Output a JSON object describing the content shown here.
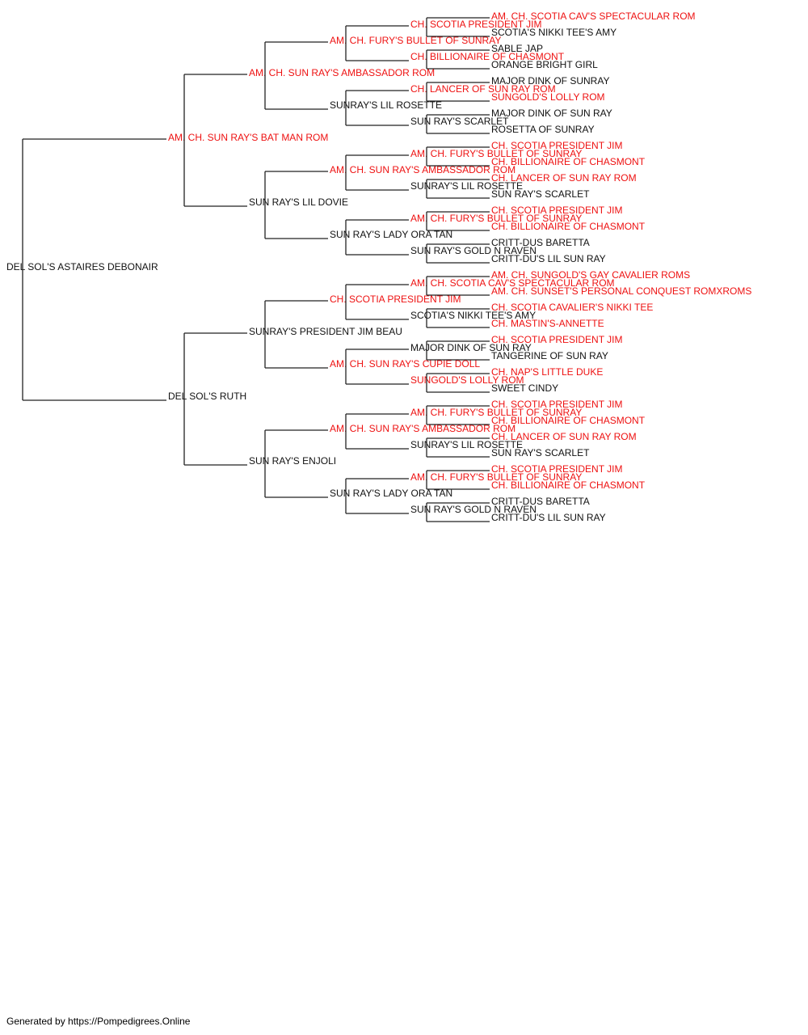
{
  "colors": {
    "champion": "#ee1111",
    "normal": "#111111",
    "line": "#222222"
  },
  "footer": "Generated by https://Pompedigrees.Online",
  "pedigree": {
    "name": "DEL SOL'S ASTAIRES DEBONAIR",
    "ch": false,
    "sire": {
      "name": "AM. CH. SUN RAY'S BAT MAN ROM",
      "ch": true,
      "sire": {
        "name": "AM. CH. SUN RAY'S AMBASSADOR ROM",
        "ch": true,
        "sire": {
          "name": "AM. CH. FURY'S BULLET OF SUNRAY",
          "ch": true,
          "sire": {
            "name": "CH. SCOTIA PRESIDENT JIM",
            "ch": true,
            "sire": {
              "name": "AM. CH. SCOTIA CAV'S SPECTACULAR ROM",
              "ch": true
            },
            "dam": {
              "name": "SCOTIA'S NIKKI TEE'S AMY",
              "ch": false
            }
          },
          "dam": {
            "name": "CH. BILLIONAIRE OF CHASMONT",
            "ch": true,
            "sire": {
              "name": "SABLE JAP",
              "ch": false
            },
            "dam": {
              "name": "ORANGE BRIGHT GIRL",
              "ch": false
            }
          }
        },
        "dam": {
          "name": "SUNRAY'S LIL ROSETTE",
          "ch": false,
          "sire": {
            "name": "CH. LANCER OF SUN RAY ROM",
            "ch": true,
            "sire": {
              "name": "MAJOR DINK OF SUNRAY",
              "ch": false
            },
            "dam": {
              "name": "SUNGOLD'S LOLLY ROM",
              "ch": true
            }
          },
          "dam": {
            "name": "SUN RAY'S SCARLET",
            "ch": false,
            "sire": {
              "name": "MAJOR DINK OF SUN RAY",
              "ch": false
            },
            "dam": {
              "name": "ROSETTA OF SUNRAY",
              "ch": false
            }
          }
        }
      },
      "dam": {
        "name": "SUN RAY'S LIL DOVIE",
        "ch": false,
        "sire": {
          "name": "AM. CH. SUN RAY'S AMBASSADOR ROM",
          "ch": true,
          "sire": {
            "name": "AM. CH. FURY'S BULLET OF SUNRAY",
            "ch": true,
            "sire": {
              "name": "CH. SCOTIA PRESIDENT JIM",
              "ch": true
            },
            "dam": {
              "name": "CH. BILLIONAIRE OF CHASMONT",
              "ch": true
            }
          },
          "dam": {
            "name": "SUNRAY'S LIL ROSETTE",
            "ch": false,
            "sire": {
              "name": "CH. LANCER OF SUN RAY ROM",
              "ch": true
            },
            "dam": {
              "name": "SUN RAY'S SCARLET",
              "ch": false
            }
          }
        },
        "dam": {
          "name": "SUN RAY'S LADY ORA TAN",
          "ch": false,
          "sire": {
            "name": "AM. CH. FURY'S BULLET OF SUNRAY",
            "ch": true,
            "sire": {
              "name": "CH. SCOTIA PRESIDENT JIM",
              "ch": true
            },
            "dam": {
              "name": "CH. BILLIONAIRE OF CHASMONT",
              "ch": true
            }
          },
          "dam": {
            "name": "SUN RAY'S GOLD N RAVEN",
            "ch": false,
            "sire": {
              "name": "CRITT-DUS BARETTA",
              "ch": false
            },
            "dam": {
              "name": "CRITT-DU'S LIL SUN RAY",
              "ch": false
            }
          }
        }
      }
    },
    "dam": {
      "name": "DEL SOL'S RUTH",
      "ch": false,
      "sire": {
        "name": "SUNRAY'S PRESIDENT JIM BEAU",
        "ch": false,
        "sire": {
          "name": "CH. SCOTIA PRESIDENT JIM",
          "ch": true,
          "sire": {
            "name": "AM. CH. SCOTIA CAV'S SPECTACULAR ROM",
            "ch": true,
            "sire": {
              "name": "AM. CH. SUNGOLD'S GAY CAVALIER ROMS",
              "ch": true
            },
            "dam": {
              "name": "AM. CH. SUNSET'S PERSONAL CONQUEST ROMXROMS",
              "ch": true
            }
          },
          "dam": {
            "name": "SCOTIA'S NIKKI TEE'S AMY",
            "ch": false,
            "sire": {
              "name": "CH. SCOTIA CAVALIER'S NIKKI TEE",
              "ch": true
            },
            "dam": {
              "name": "CH. MASTIN'S-ANNETTE",
              "ch": true
            }
          }
        },
        "dam": {
          "name": "AM. CH. SUN RAY'S CUPIE DOLL",
          "ch": true,
          "sire": {
            "name": "MAJOR DINK OF SUN RAY",
            "ch": false,
            "sire": {
              "name": "CH. SCOTIA PRESIDENT JIM",
              "ch": true
            },
            "dam": {
              "name": "TANGERINE OF SUN RAY",
              "ch": false
            }
          },
          "dam": {
            "name": "SUNGOLD'S LOLLY ROM",
            "ch": true,
            "sire": {
              "name": "CH. NAP'S LITTLE DUKE",
              "ch": true
            },
            "dam": {
              "name": "SWEET CINDY",
              "ch": false
            }
          }
        }
      },
      "dam": {
        "name": "SUN RAY'S ENJOLI",
        "ch": false,
        "sire": {
          "name": "AM. CH. SUN RAY'S AMBASSADOR ROM",
          "ch": true,
          "sire": {
            "name": "AM. CH. FURY'S BULLET OF SUNRAY",
            "ch": true,
            "sire": {
              "name": "CH. SCOTIA PRESIDENT JIM",
              "ch": true
            },
            "dam": {
              "name": "CH. BILLIONAIRE OF CHASMONT",
              "ch": true
            }
          },
          "dam": {
            "name": "SUNRAY'S LIL ROSETTE",
            "ch": false,
            "sire": {
              "name": "CH. LANCER OF SUN RAY ROM",
              "ch": true
            },
            "dam": {
              "name": "SUN RAY'S SCARLET",
              "ch": false
            }
          }
        },
        "dam": {
          "name": "SUN RAY'S LADY ORA TAN",
          "ch": false,
          "sire": {
            "name": "AM. CH. FURY'S BULLET OF SUNRAY",
            "ch": true,
            "sire": {
              "name": "CH. SCOTIA PRESIDENT JIM",
              "ch": true
            },
            "dam": {
              "name": "CH. BILLIONAIRE OF CHASMONT",
              "ch": true
            }
          },
          "dam": {
            "name": "SUN RAY'S GOLD N RAVEN",
            "ch": false,
            "sire": {
              "name": "CRITT-DUS BARETTA",
              "ch": false
            },
            "dam": {
              "name": "CRITT-DU'S LIL SUN RAY",
              "ch": false
            }
          }
        }
      }
    }
  }
}
